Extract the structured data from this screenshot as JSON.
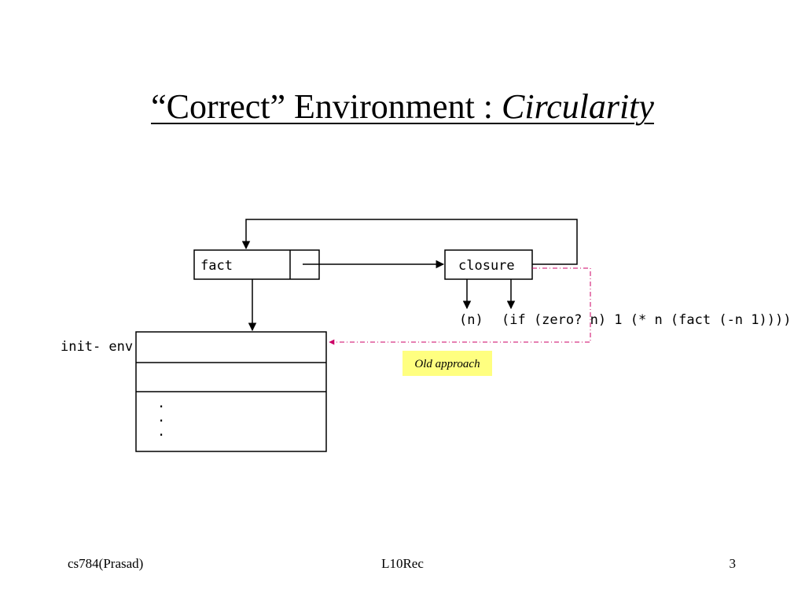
{
  "slide": {
    "title_quoted": "“Correct” Environment : ",
    "title_emphasis": "Circularity"
  },
  "diagram": {
    "fact_label": "fact",
    "closure_label": "closure",
    "init_env_label": "init- env",
    "param_label": "(n)",
    "body_label": "(if (zero? n) 1 (* n (fact (-n 1))))",
    "ellipsis": [
      ".",
      ".",
      "."
    ],
    "note_label": "Old approach",
    "note_color": "#ffff80",
    "dashed_arrow_color": "#cc0066"
  },
  "footer": {
    "left": "cs784(Prasad)",
    "center": "L10Rec",
    "right": "3"
  }
}
